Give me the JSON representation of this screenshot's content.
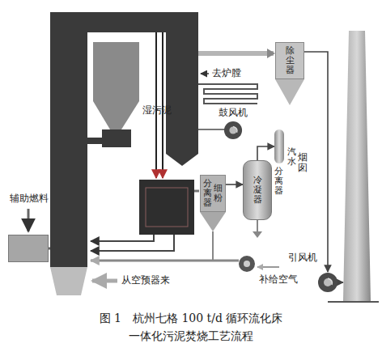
{
  "diagram": {
    "caption": "图 1　杭州七格 100 t/d 循环流化床 一体化污泥焚烧工艺流程",
    "nodes": [
      {
        "text": [
          "除尘器"
        ]
      },
      {
        "text": [
          "鼓风机"
        ]
      },
      {
        "text": [
          "烟囱"
        ]
      },
      {
        "text": [
          "细粉",
          "分离器"
        ]
      },
      {
        "text": [
          "冷凝器"
        ]
      },
      {
        "text": [
          "汽水",
          "分离器"
        ]
      },
      {
        "text": [
          "辅助燃料"
        ]
      },
      {
        "text": [
          "引风机"
        ]
      }
    ],
    "edges": [
      {
        "from": 0,
        "to": 7,
        "arrow": "to"
      },
      {
        "from": 7,
        "to": 2,
        "arrow": "to"
      },
      {
        "from": 3,
        "to": 4,
        "arrow": "to"
      },
      {
        "from": 4,
        "to": 5,
        "arrow": "to"
      }
    ],
    "labels": [
      "湿污泥",
      "去炉膛",
      "补给空气",
      "从空预器来"
    ]
  }
}
